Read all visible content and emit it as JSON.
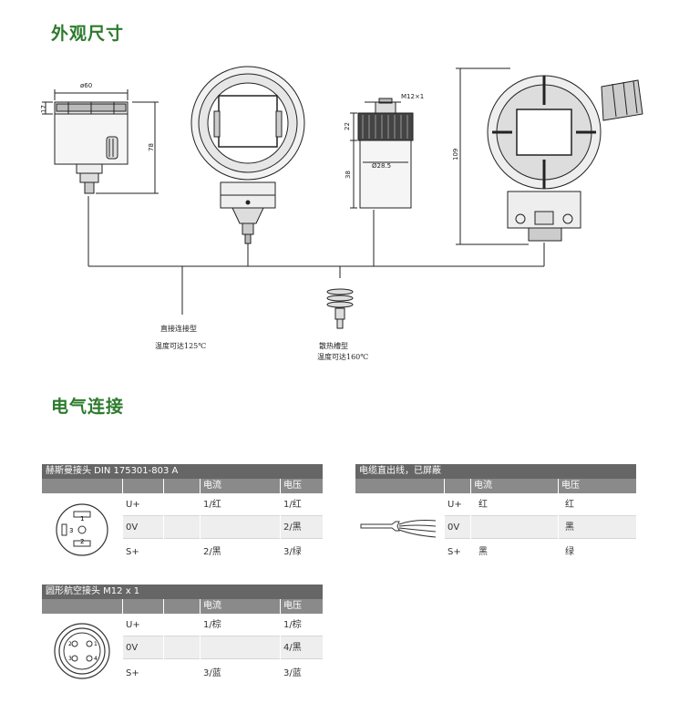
{
  "sections": {
    "dimensions_title": "外观尺寸",
    "electrical_title": "电气连接"
  },
  "drawing": {
    "dim_60": "ø60",
    "dim_17": "17",
    "dim_78": "78",
    "dim_m12": "M12×1",
    "dim_22": "22",
    "dim_38": "38",
    "dim_28_5": "Ø28.5",
    "dim_109": "109",
    "caption_direct_1": "直接连接型",
    "caption_direct_2": "温度可达125℃",
    "caption_fin_1": "散热槽型",
    "caption_fin_2": "温度可达160℃"
  },
  "tables": {
    "din": {
      "title": "赫斯曼接头 DIN 175301-803 A",
      "headers": [
        "电流",
        "电压"
      ],
      "pins": {
        "p1": "1",
        "p2": "2",
        "p3": "3"
      },
      "rows": [
        {
          "signal": "U+",
          "current": "1/红",
          "voltage": "1/红"
        },
        {
          "signal": "0V",
          "current": "",
          "voltage": "2/黑"
        },
        {
          "signal": "S+",
          "current": "2/黑",
          "voltage": "3/绿"
        }
      ]
    },
    "cable": {
      "title": "电缆直出线，已屏蔽",
      "headers": [
        "电流",
        "电压"
      ],
      "rows": [
        {
          "signal": "U+",
          "current": "红",
          "voltage": "红"
        },
        {
          "signal": "0V",
          "current": "",
          "voltage": "黑"
        },
        {
          "signal": "S+",
          "current": "黑",
          "voltage": "绿"
        }
      ]
    },
    "m12": {
      "title": "圆形航空接头 M12 x 1",
      "headers": [
        "电流",
        "电压"
      ],
      "pins": {
        "p1": "1",
        "p2": "2",
        "p3": "3",
        "p4": "4"
      },
      "rows": [
        {
          "signal": "U+",
          "current": "1/棕",
          "voltage": "1/棕"
        },
        {
          "signal": "0V",
          "current": "",
          "voltage": "4/黑"
        },
        {
          "signal": "S+",
          "current": "3/蓝",
          "voltage": "3/蓝"
        }
      ]
    }
  },
  "colors": {
    "heading": "#2d7a2d",
    "table_title": "#666666",
    "table_header": "#8a8a8a",
    "row_shade": "#eeeeee"
  }
}
